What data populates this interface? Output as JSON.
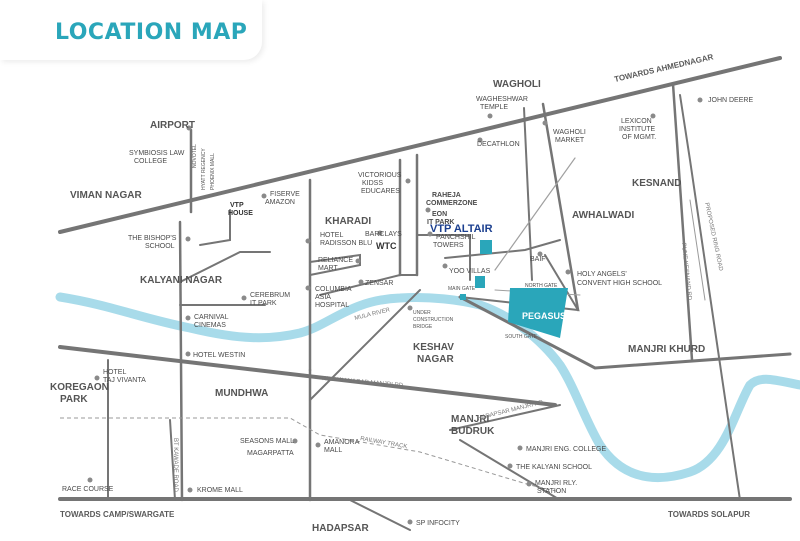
{
  "title": "LOCATION MAP",
  "directions": {
    "ahmednagar": "TOWARDS AHMEDNAGAR",
    "swargate": "TOWARDS CAMP/SWARGATE",
    "solapur": "TOWARDS SOLAPUR"
  },
  "areas": {
    "wagholi": "WAGHOLI",
    "airport": "AIRPORT",
    "viman_nagar": "VIMAN NAGAR",
    "kharadi": "KHARADI",
    "awhalwadi": "AWHALWADI",
    "kesnand": "KESNAND",
    "kalyani_nagar": "KALYANI NAGAR",
    "keshav_nagar": "KESHAV\nNAGAR",
    "keshav_nagar_l1": "KESHAV",
    "keshav_nagar_l2": "NAGAR",
    "manjri_khurd": "MANJRI KHURD",
    "koregaon_park_l1": "KOREGAON",
    "koregaon_park_l2": "PARK",
    "mundhwa": "MUNDHWA",
    "manjri_budruk_l1": "MANJRI",
    "manjri_budruk_l2": "BUDRUK",
    "hadapsar": "HADAPSAR"
  },
  "projects": {
    "vtp_altair": "VTP ALTAIR",
    "pegasus": "PEGASUS",
    "vtp_house_l1": "VTP",
    "vtp_house_l2": "HOUSE",
    "wtc": "WTC"
  },
  "landmarks": {
    "wagheshwar_l1": "WAGHESHWAR",
    "wagheshwar_l2": "TEMPLE",
    "decathlon": "DECATHLON",
    "wagholi_market_l1": "WAGHOLI",
    "wagholi_market_l2": "MARKET",
    "lexicon_l1": "LEXICON",
    "lexicon_l2": "INSTITUTE",
    "lexicon_l3": "OF MGMT.",
    "john_deere": "JOHN DEERE",
    "symbiosis_l1": "SYMBIOSIS LAW",
    "symbiosis_l2": "COLLEGE",
    "novotel": "NOVOTEL",
    "hyatt": "HYATT REGENCY",
    "phoenix": "PHOENIX MALL",
    "fiserve": "FISERVE",
    "amazon": "AMAZON",
    "victorious_l1": "VICTORIOUS",
    "victorious_l2": "KIDSS",
    "victorious_l3": "EDUCARES",
    "raheja_l1": "RAHEJA",
    "raheja_l2": "COMMERZONE",
    "eon_l1": "EON",
    "eon_l2": "IT PARK",
    "panchshil_l1": "PANCHSHIL",
    "panchshil_l2": "TOWERS",
    "bishops_l1": "THE BISHOP'S",
    "bishops_l2": "SCHOOL",
    "hotel_radisson_l1": "HOTEL",
    "hotel_radisson_l2": "RADISSON BLU",
    "barclays": "BARCLAYS",
    "reliance_l1": "RELIANCE",
    "reliance_l2": "MART",
    "yoo_villas": "YOO VILLAS",
    "baif": "BAIF",
    "holy_angels_l1": "HOLY ANGELS'",
    "holy_angels_l2": "CONVENT HIGH SCHOOL",
    "zensar": "ZENSAR",
    "columbia_l1": "COLUMBIA",
    "columbia_l2": "ASIA",
    "columbia_l3": "HOSPITAL",
    "cerebrum_l1": "CEREBRUM",
    "cerebrum_l2": "IT PARK",
    "carnival_l1": "CARNIVAL",
    "carnival_l2": "CINEMAS",
    "under_construction_l1": "UNDER",
    "under_construction_l2": "CONSTRUCTION",
    "under_construction_l3": "BRIDGE",
    "hotel_westin": "HOTEL WESTIN",
    "hotel_taj_l1": "HOTEL",
    "hotel_taj_l2": "TAJ VIVANTA",
    "seasons_mall": "SEASONS MALL",
    "magarpatta": "MAGARPATTA",
    "amanora_l1": "AMANORA",
    "amanora_l2": "MALL",
    "manjri_eng": "MANJRI ENG. COLLEGE",
    "kalyani_school": "THE KALYANI SCHOOL",
    "manjri_rly_l1": "MANJRI RLY.",
    "manjri_rly_l2": "STATION",
    "race_course": "RACE COURSE",
    "krome_mall": "KROME MALL",
    "sp_infocity": "SP INFOCITY",
    "main_gate": "MAIN GATE",
    "north_gate": "NORTH GATE",
    "south_gate": "SOUTH GATE"
  },
  "roads": {
    "mula_river": "MULA RIVER",
    "keshav_nagar_manjri_rd": "KESHAV NAGAR MANJRI RD",
    "railway_track": "RAILWAY TRACK",
    "hadapsar_manjri_rd": "HADAPSAR MANJRI RD",
    "bt_kawade_rd": "BT KAWADE ROAD",
    "proposed_ring_road": "PROPOSED RING ROAD",
    "pune_kesnand_rd": "PUNE KESNAND RD"
  },
  "colors": {
    "title": "#2aa6ba",
    "river": "#a8dbea",
    "road": "#757575",
    "project": "#2aa6ba",
    "project_text": "#1b3f8f"
  }
}
